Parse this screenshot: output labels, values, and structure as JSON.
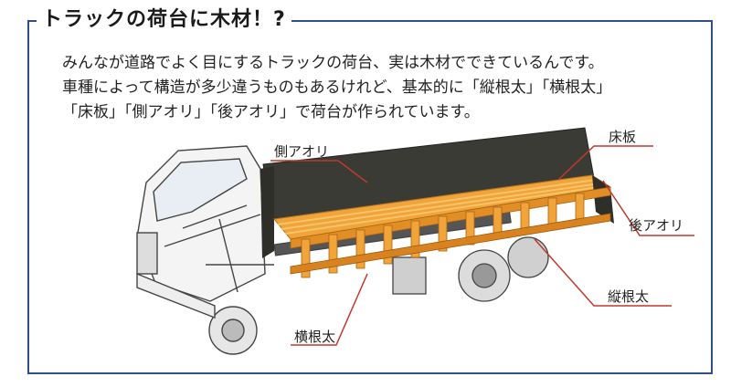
{
  "title": "トラックの荷台に木材！?",
  "paragraph": [
    "みんなが道路でよく目にするトラックの荷台、実は木材でできているんです。",
    "車種によって構造が多少違うものもあるけれど、基本的に「縦根太」「横根太」",
    "「床板」「側アオリ」「後アオリ」で荷台が作られています。"
  ],
  "labels": {
    "side_gate": "側アオリ",
    "floor_board": "床板",
    "rear_gate": "後アオリ",
    "longitudinal_joist": "縦根太",
    "cross_joist": "横根太"
  },
  "colors": {
    "frame": "#2f4f8a",
    "wood": "#f0a43a",
    "wood_light": "#f7c46a",
    "gate": "#3b3b35",
    "leader": "#c0392b"
  }
}
